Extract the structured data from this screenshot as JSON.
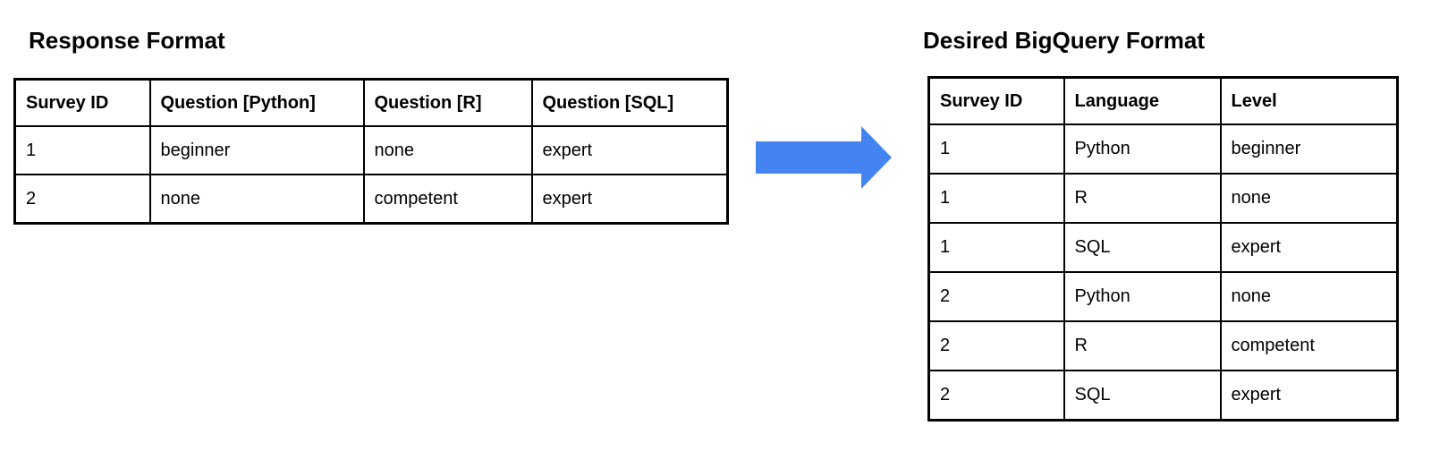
{
  "colors": {
    "background": "#ffffff",
    "table_border": "#000000",
    "text": "#000000"
  },
  "left_section": {
    "title": "Response Format",
    "table": {
      "headers": [
        "Survey ID",
        "Question [Python]",
        "Question [R]",
        "Question [SQL]"
      ],
      "rows": [
        [
          "1",
          "beginner",
          "none",
          "expert"
        ],
        [
          "2",
          "none",
          "competent",
          "expert"
        ]
      ]
    }
  },
  "arrow": {
    "icon": "right-arrow-icon",
    "direction": "right",
    "color": "#4484f0"
  },
  "right_section": {
    "title": "Desired BigQuery Format",
    "table": {
      "headers": [
        "Survey ID",
        "Language",
        "Level"
      ],
      "rows": [
        [
          "1",
          "Python",
          "beginner"
        ],
        [
          "1",
          "R",
          "none"
        ],
        [
          "1",
          "SQL",
          "expert"
        ],
        [
          "2",
          "Python",
          "none"
        ],
        [
          "2",
          "R",
          "competent"
        ],
        [
          "2",
          "SQL",
          "expert"
        ]
      ]
    }
  }
}
